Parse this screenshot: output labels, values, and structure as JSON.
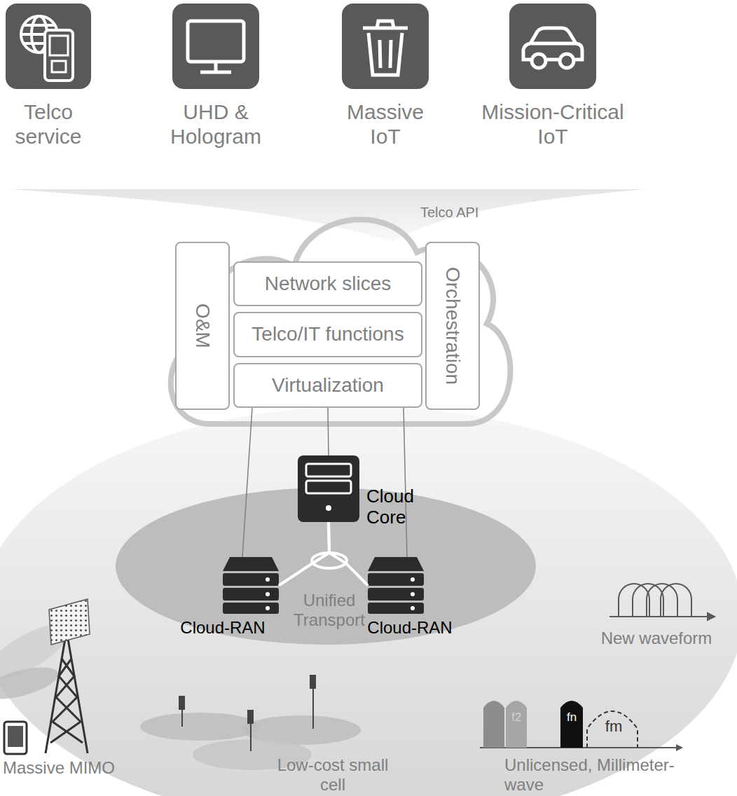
{
  "diagram": {
    "nodes": [
      {
        "text": [
          "Telco service"
        ]
      },
      {
        "text": [
          "UHD & Hologram"
        ]
      },
      {
        "text": [
          "Massive IoT"
        ]
      },
      {
        "text": [
          "Mission-Critical IoT"
        ]
      },
      {
        "text": [
          "O&M"
        ]
      },
      {
        "text": [
          "Network slices"
        ]
      },
      {
        "text": [
          "Telco/IT functions"
        ]
      },
      {
        "text": [
          "Virtualization"
        ]
      },
      {
        "text": [
          "Orchestration"
        ]
      },
      {
        "text": [
          "Cloud Core"
        ]
      },
      {
        "text": [
          "Cloud-RAN"
        ]
      },
      {
        "text": [
          "Cloud-RAN"
        ]
      }
    ],
    "edges": [
      {
        "from": 7,
        "to": 10,
        "arrow": "none"
      },
      {
        "from": 7,
        "to": 9,
        "arrow": "none"
      },
      {
        "from": 7,
        "to": 11,
        "arrow": "none"
      },
      {
        "from": 9,
        "to": 10,
        "arrow": "none"
      },
      {
        "from": 9,
        "to": 11,
        "arrow": "none"
      }
    ],
    "labels": [
      "Telco API",
      "Unified Transport",
      "New waveform",
      "Massive MIMO",
      "Low-cost small cell",
      "f2",
      "fn",
      "fm",
      "Unlicensed, Millimeter-wave"
    ]
  }
}
